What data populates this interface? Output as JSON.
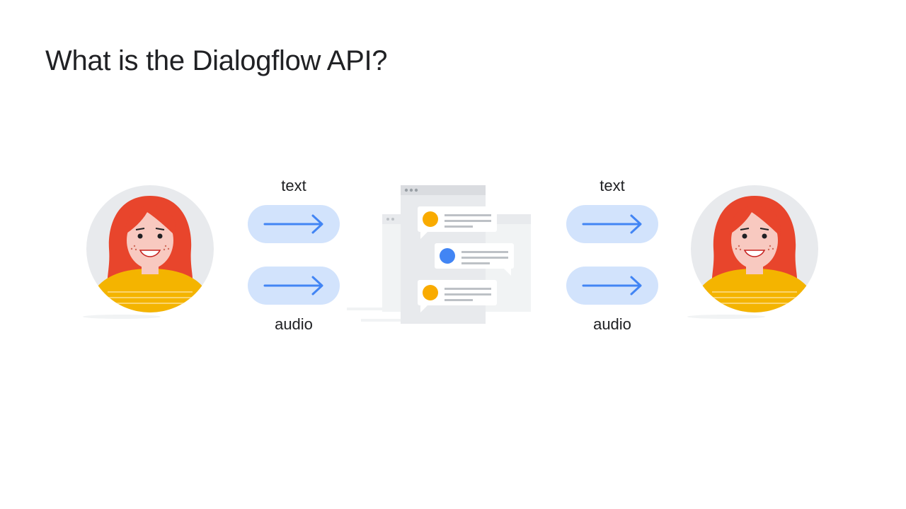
{
  "slide": {
    "title": "What is the Dialogflow API?"
  },
  "flows": [
    {
      "top_label": "text",
      "bottom_label": "audio"
    },
    {
      "top_label": "text",
      "bottom_label": "audio"
    }
  ],
  "colors": {
    "pill": "#d2e3fc",
    "arrow": "#4285f4",
    "hair": "#e8452c",
    "shirt": "#f4b400",
    "skin": "#f8c9c0",
    "avatar_bg": "#e8eaed",
    "bubble_yellow": "#f9ab00",
    "bubble_blue": "#4285f4"
  },
  "icons": [
    "avatar-woman-icon",
    "arrow-right-icon",
    "chat-window-icon"
  ]
}
